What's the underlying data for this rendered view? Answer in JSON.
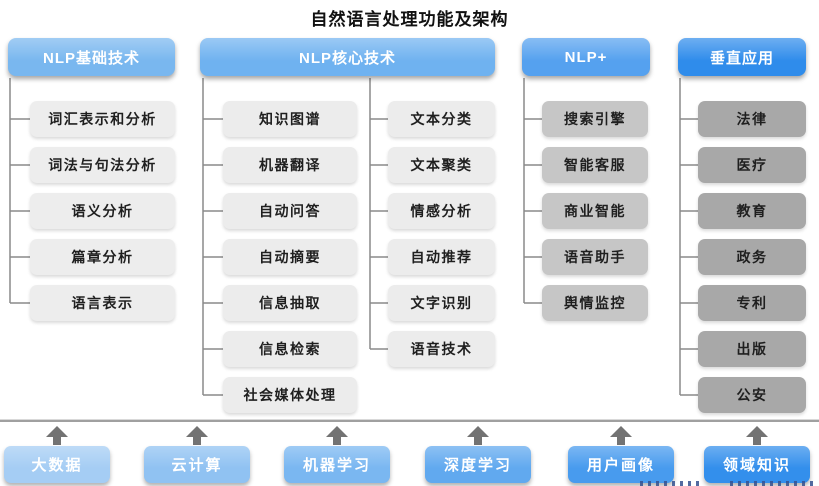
{
  "title": "自然语言处理功能及架构",
  "columns": [
    {
      "id": "nlp-basic",
      "header": "NLP基础技术",
      "header_color": "#79b7ef",
      "item_color": "#ededed",
      "items": [
        "词汇表示和分析",
        "词法与句法分析",
        "语义分析",
        "篇章分析",
        "语言表示"
      ]
    },
    {
      "id": "nlp-core",
      "header": "NLP核心技术",
      "header_color": "#6fb2f0",
      "item_color": "#ececec",
      "items_left": [
        "知识图谱",
        "机器翻译",
        "自动问答",
        "自动摘要",
        "信息抽取",
        "信息检索",
        "社会媒体处理"
      ],
      "items_right": [
        "文本分类",
        "文本聚类",
        "情感分析",
        "自动推荐",
        "文字识别",
        "语音技术"
      ]
    },
    {
      "id": "nlp-plus",
      "header": "NLP+",
      "header_color": "#55a1ef",
      "item_color": "#c6c6c6",
      "items": [
        "搜索引擎",
        "智能客服",
        "商业智能",
        "语音助手",
        "舆情监控"
      ]
    },
    {
      "id": "vertical-apps",
      "header": "垂直应用",
      "header_color": "#2f8ceb",
      "item_color": "#a8a8a8",
      "items": [
        "法律",
        "医疗",
        "教育",
        "政务",
        "专利",
        "出版",
        "公安"
      ]
    }
  ],
  "foundation": [
    {
      "label": "大数据",
      "color": "#a5cdf4"
    },
    {
      "label": "云计算",
      "color": "#90c2f2"
    },
    {
      "label": "机器学习",
      "color": "#7ab7f1"
    },
    {
      "label": "深度学习",
      "color": "#61a9ef"
    },
    {
      "label": "用户画像",
      "color": "#489bee"
    },
    {
      "label": "领域知识",
      "color": "#338fec"
    }
  ],
  "colors": {
    "connector": "#8a8a8a",
    "arrow": "#737373",
    "separator": "#a0a0a0",
    "text": "#1f1f1f",
    "header_text": "#ffffff"
  }
}
